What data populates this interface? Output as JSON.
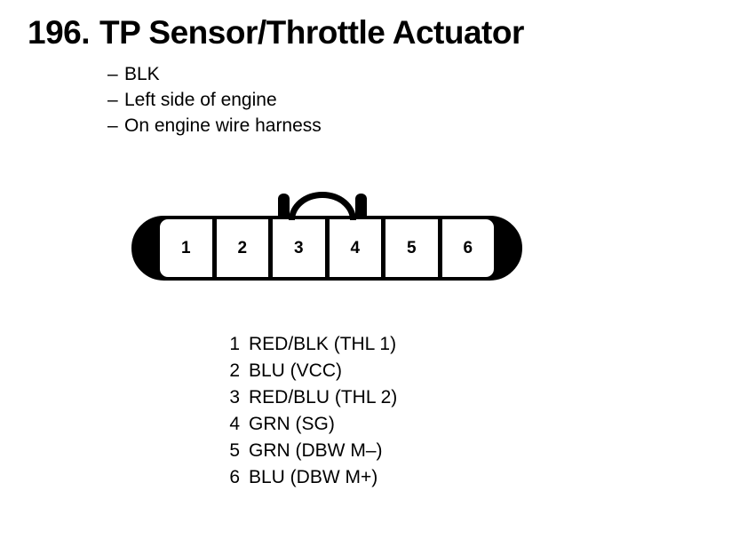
{
  "title": {
    "number": "196.",
    "text": "TP Sensor/Throttle Actuator"
  },
  "notes": {
    "dash": "–",
    "items": [
      "BLK",
      "Left side of engine",
      "On engine wire harness"
    ]
  },
  "connector": {
    "cavity_count": 6,
    "cavities": [
      {
        "number": "1"
      },
      {
        "number": "2"
      },
      {
        "number": "3"
      },
      {
        "number": "4"
      },
      {
        "number": "5"
      },
      {
        "number": "6"
      }
    ],
    "latch": "latch-tab-between-3-and-4",
    "stroke_color": "#000000",
    "fill_color": "#ffffff"
  },
  "legend": {
    "rows": [
      {
        "pin": "1",
        "label": "RED/BLK (THL 1)"
      },
      {
        "pin": "2",
        "label": "BLU (VCC)"
      },
      {
        "pin": "3",
        "label": "RED/BLU (THL 2)"
      },
      {
        "pin": "4",
        "label": "GRN (SG)"
      },
      {
        "pin": "5",
        "label": "GRN (DBW M–)"
      },
      {
        "pin": "6",
        "label": "BLU (DBW M+)"
      }
    ]
  }
}
